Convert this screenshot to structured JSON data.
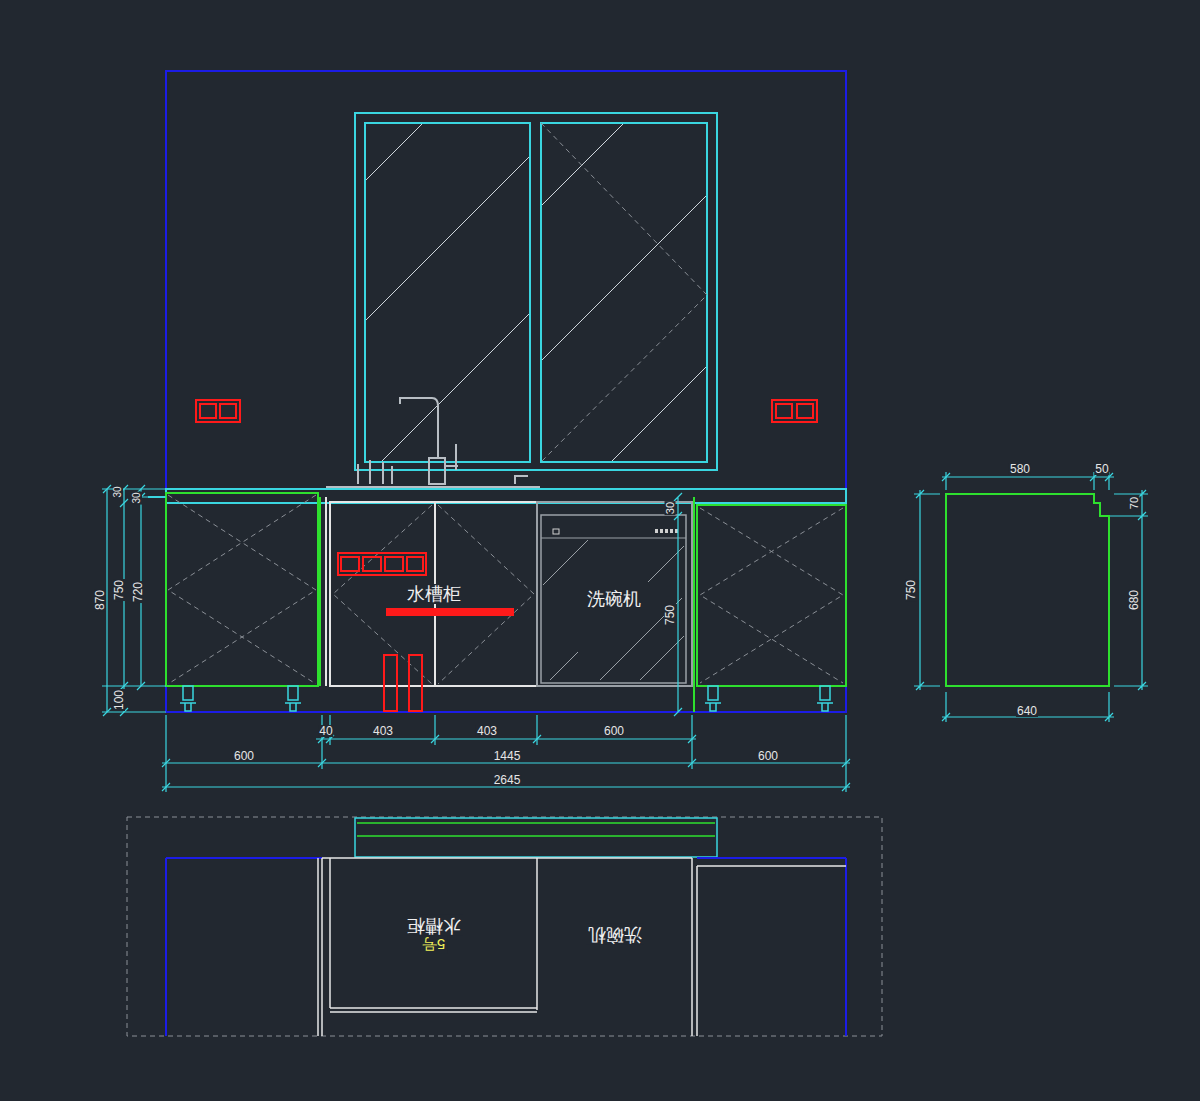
{
  "diagram": {
    "nodes": [
      {
        "text": [
          "水槽柜"
        ]
      },
      {
        "text": [
          "洗碗机"
        ]
      },
      {
        "text": [
          "水槽柜",
          "5号"
        ]
      },
      {
        "text": [
          "洗碗机"
        ]
      }
    ],
    "labels": [
      "30",
      "30",
      "870",
      "750",
      "720",
      "100",
      "30",
      "750",
      "40",
      "403",
      "403",
      "600",
      "600",
      "1445",
      "600",
      "2645",
      "580",
      "50",
      "70",
      "750",
      "680",
      "640"
    ]
  }
}
